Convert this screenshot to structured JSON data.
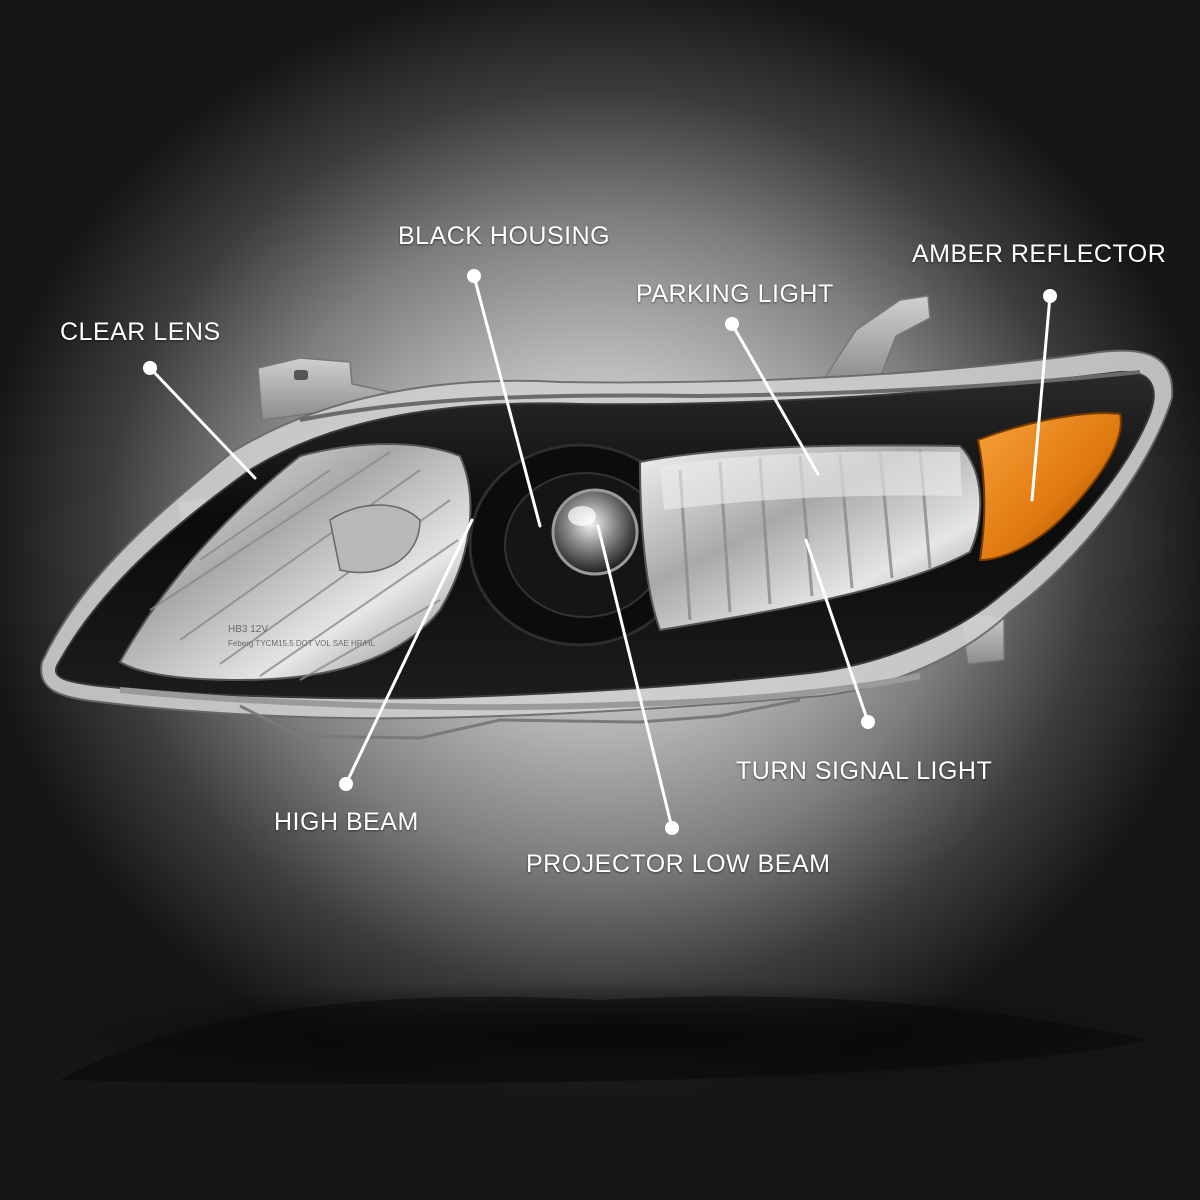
{
  "callouts": {
    "clear_lens": "CLEAR LENS",
    "black_housing": "BLACK HOUSING",
    "parking_light": "PARKING LIGHT",
    "amber_reflector": "AMBER REFLECTOR",
    "turn_signal_light": "TURN SIGNAL LIGHT",
    "high_beam": "HIGH BEAM",
    "projector_low_beam": "PROJECTOR LOW BEAM"
  },
  "lens_markings": {
    "line1": "HB3 12V",
    "line2": "Feberg TYCM15.5 DOT VOL SAE HR/HL"
  },
  "colors": {
    "label_text": "#ffffff",
    "leader_line": "#ffffff",
    "housing": "#0d0d0d",
    "amber": "#e07a10",
    "chrome": "#d8d8d8"
  }
}
